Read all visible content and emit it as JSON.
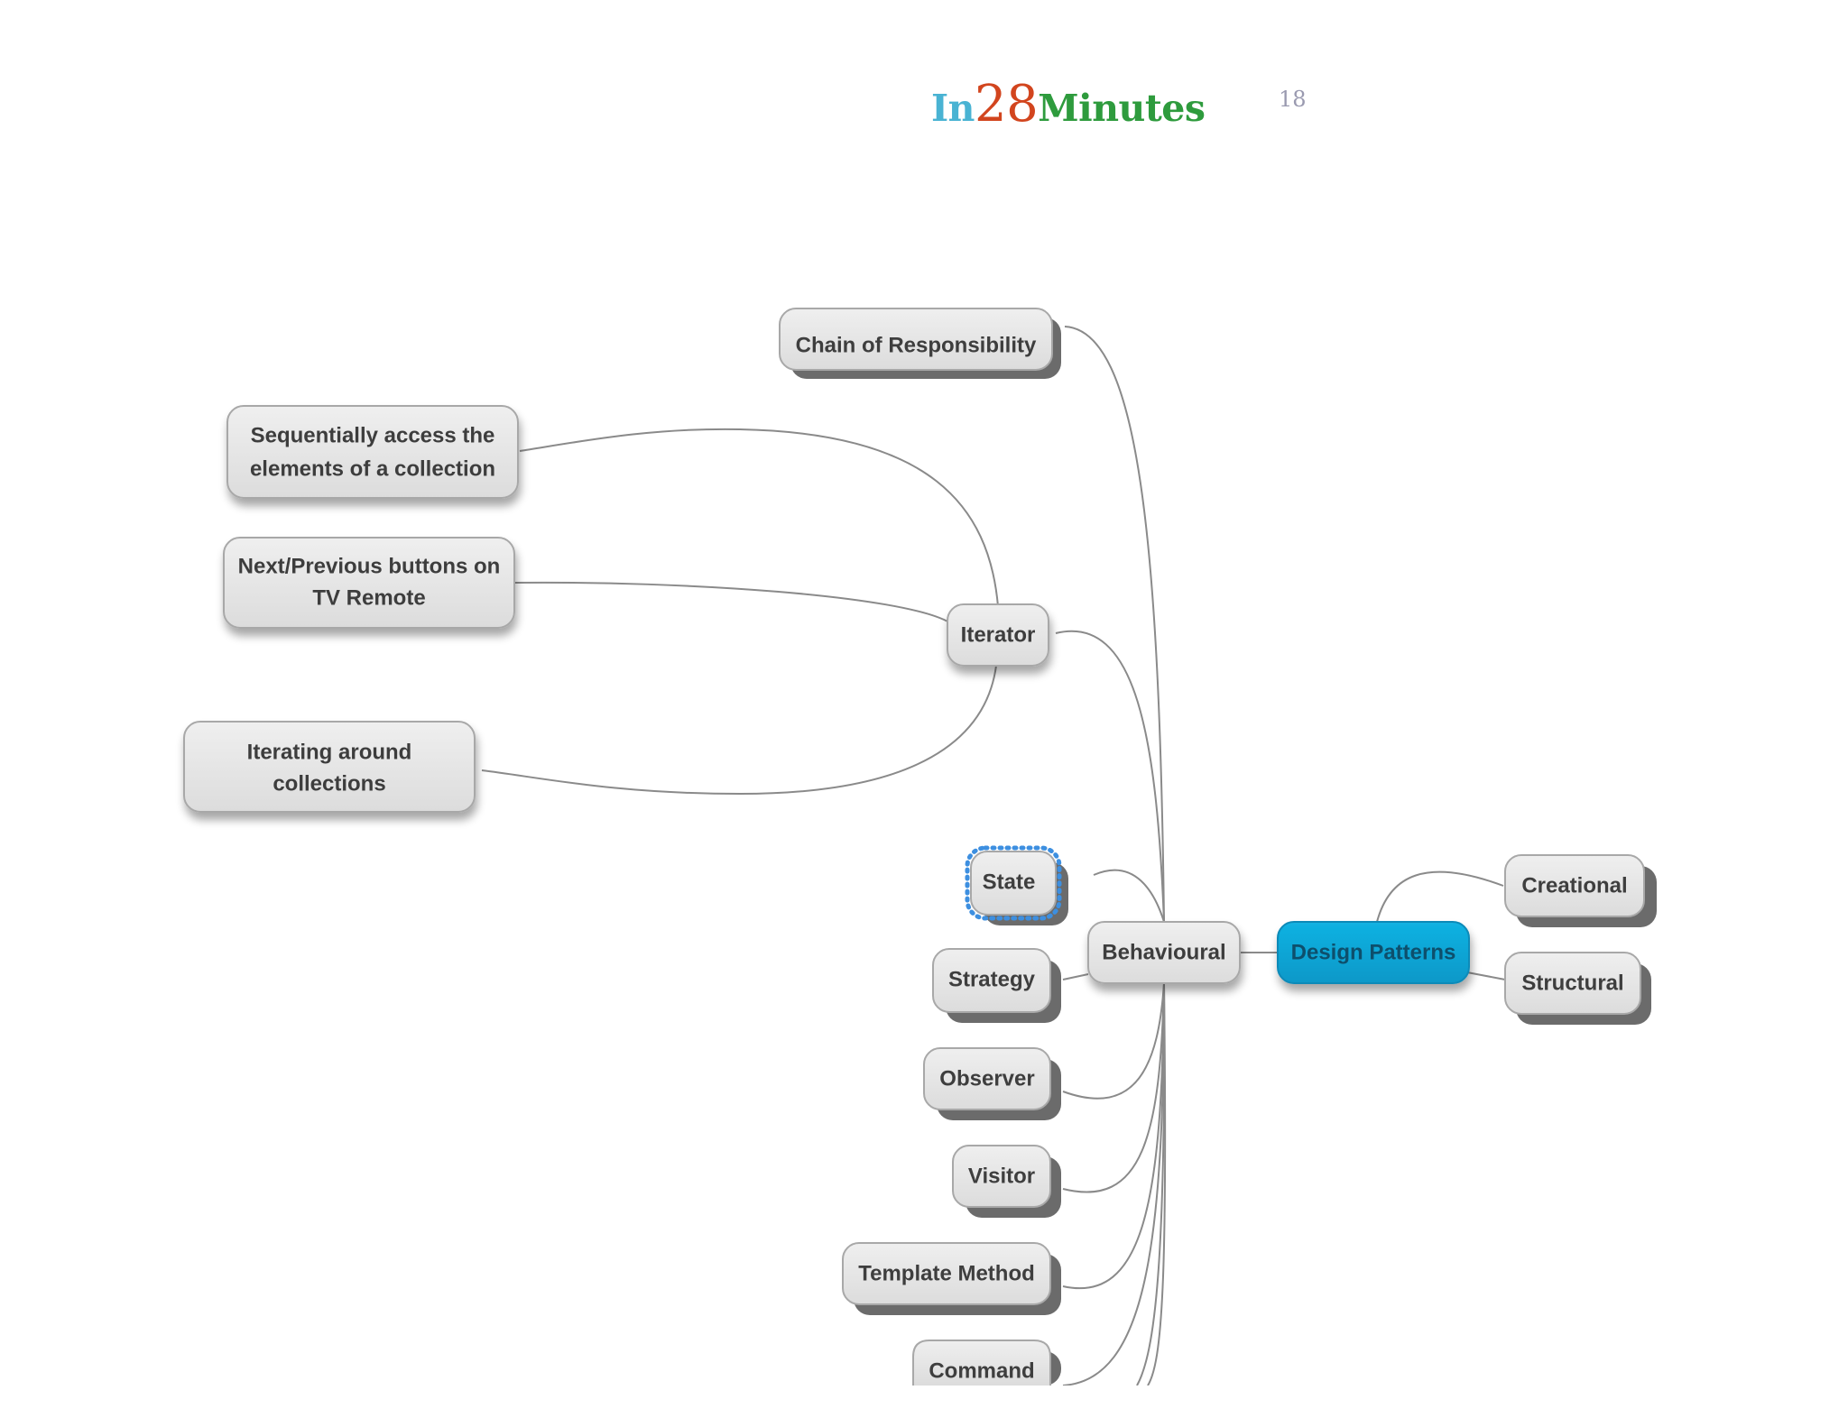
{
  "header": {
    "brand_in": "In",
    "brand_num": "28",
    "brand_minutes": "Minutes",
    "page_number": "18"
  },
  "colors": {
    "root_fill": "#0aa6d6",
    "node_fill": "#e4e4e4",
    "node_border": "#a8a8a8",
    "shadow": "#6b6b6b",
    "connector": "#8a8a8a",
    "selection": "#3d8fe0"
  },
  "diagram": {
    "nodes": {
      "chain_of_responsibility": "Chain of Responsibility",
      "sequential_line1": "Sequentially access the",
      "sequential_line2": "elements of a collection",
      "next_prev_line1": "Next/Previous buttons on",
      "next_prev_line2": "TV Remote",
      "iterator": "Iterator",
      "iterating_line1": "Iterating around",
      "iterating_line2": "collections",
      "state": "State",
      "behavioural": "Behavioural",
      "design_patterns": "Design Patterns",
      "creational": "Creational",
      "structural": "Structural",
      "strategy": "Strategy",
      "observer": "Observer",
      "visitor": "Visitor",
      "template_method": "Template Method",
      "command": "Command"
    }
  }
}
